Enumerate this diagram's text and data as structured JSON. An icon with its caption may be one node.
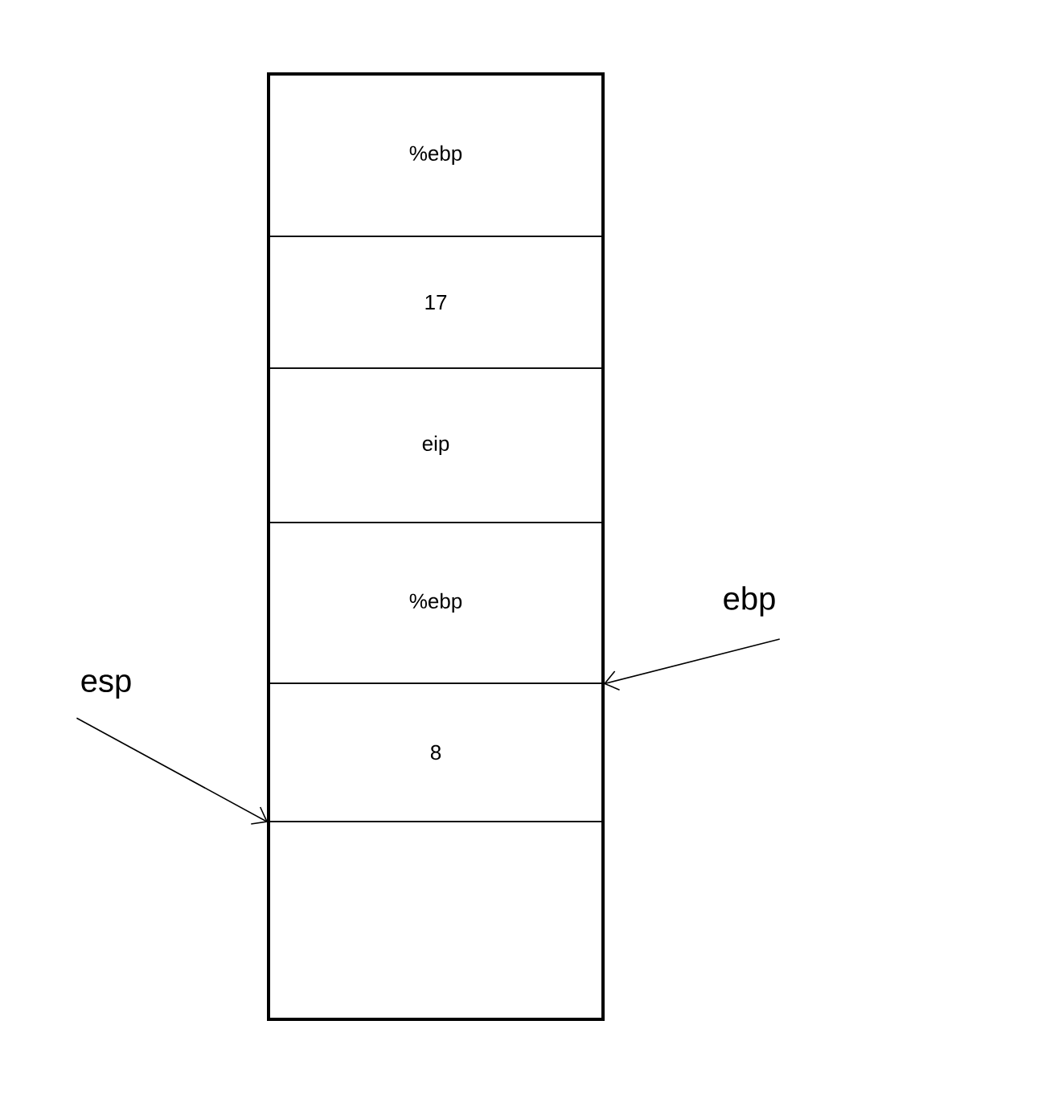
{
  "diagram": {
    "nodes": [
      {
        "text": [],
        "shape": "box"
      },
      {
        "text": [
          "%ebp"
        ],
        "in": 0
      },
      {
        "text": [
          "17"
        ],
        "in": 0
      },
      {
        "text": [
          "eip"
        ],
        "in": 0
      },
      {
        "text": [
          "%ebp"
        ],
        "in": 0
      },
      {
        "text": [
          "8"
        ],
        "in": 0
      },
      {
        "text": [],
        "shape": "box",
        "in": 0
      },
      {
        "text": [
          "esp"
        ]
      },
      {
        "text": [
          "ebp"
        ]
      }
    ],
    "edges": [
      {
        "from": 7,
        "to": 5,
        "arrow": "to"
      },
      {
        "from": 8,
        "to": 4,
        "arrow": "to"
      }
    ]
  }
}
